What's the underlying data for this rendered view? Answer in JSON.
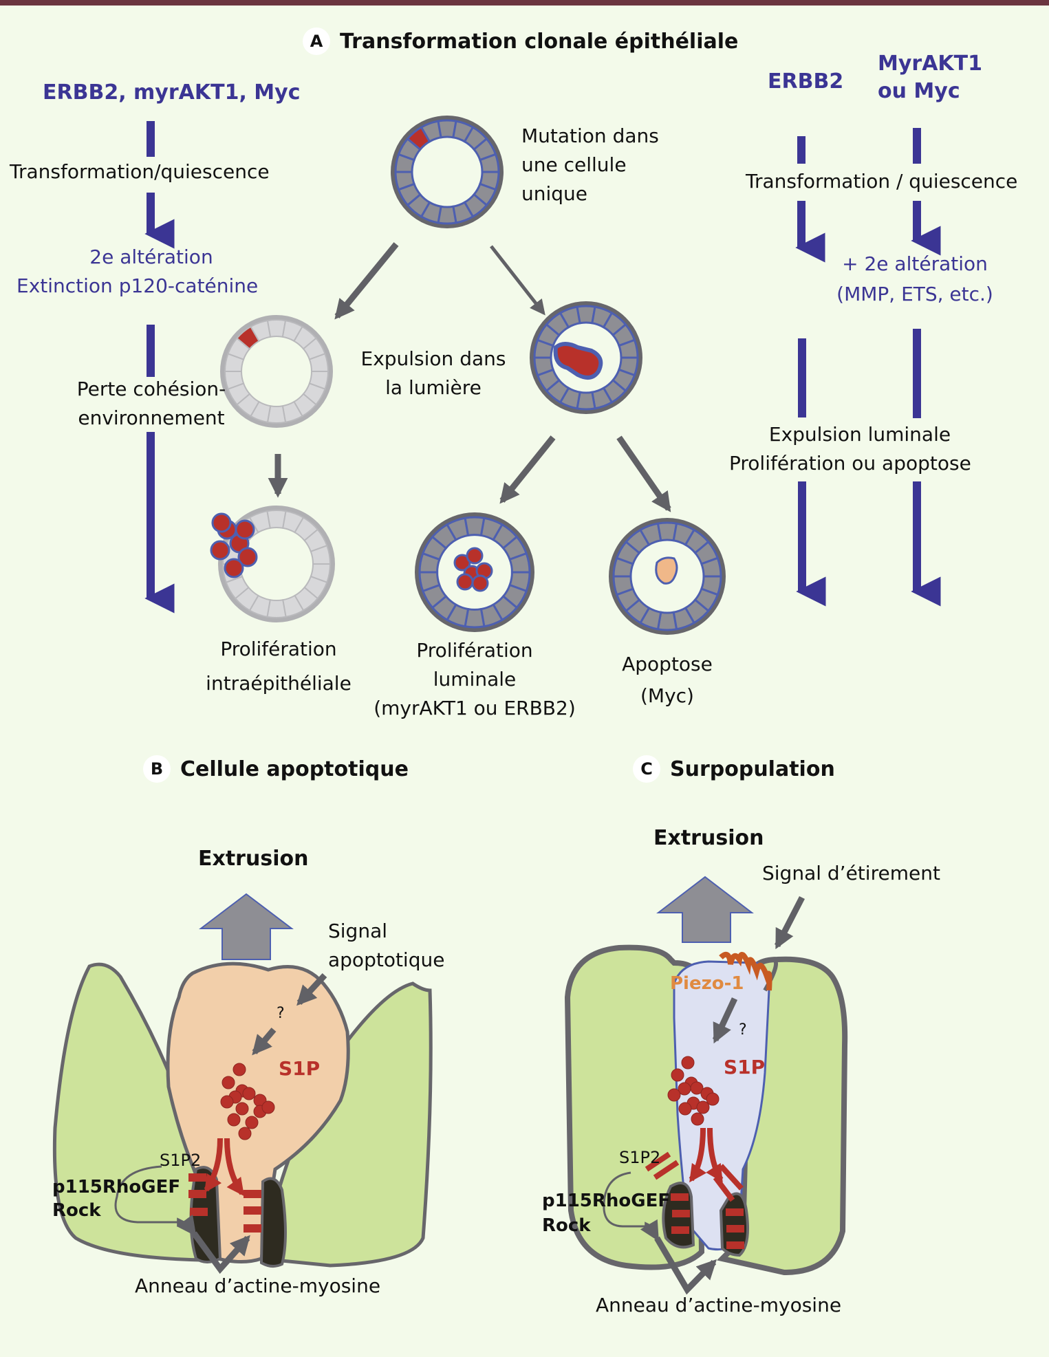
{
  "panel_a": {
    "badge": "A",
    "title": "Transformation clonale épithéliale",
    "left_column": {
      "genes": "ERBB2, myrAKT1, Myc",
      "step1": "Transformation/quiescence",
      "step2_line1": "2e altération",
      "step2_line2": "Extinction p120-caténine",
      "step3_line1": "Perte cohésion-",
      "step3_line2": "environnement"
    },
    "center": {
      "top_label_line1": "Mutation dans",
      "top_label_line2": "une cellule",
      "top_label_line3": "unique",
      "expulsion_line1": "Expulsion dans",
      "expulsion_line2": "la lumière",
      "outcome1_line1": "Prolifération",
      "outcome1_line2": "intraépithéliale",
      "outcome2_line1": "Prolifération",
      "outcome2_line2": "luminale",
      "outcome2_line3": "(myrAKT1 ou ERBB2)",
      "outcome3_line1": "Apoptose",
      "outcome3_line2": "(Myc)"
    },
    "right_column": {
      "gene_a": "ERBB2",
      "gene_b_line1": "MyrAKT1",
      "gene_b_line2": "ou Myc",
      "step1": "Transformation / quiescence",
      "step2_line1": "+ 2e altération",
      "step2_line2": "(MMP, ETS, etc.)",
      "step3_line1": "Expulsion luminale",
      "step3_line2": "Prolifération ou apoptose"
    }
  },
  "panel_b": {
    "badge": "B",
    "title": "Cellule apoptotique",
    "extrusion": "Extrusion",
    "signal_line1": "Signal",
    "signal_line2": "apoptotique",
    "question": "?",
    "s1p": "S1P",
    "s1p2": "S1P2",
    "kinase_line1": "p115RhoGEF",
    "kinase_line2": "Rock",
    "ring": "Anneau d’actine-myosine"
  },
  "panel_c": {
    "badge": "C",
    "title": "Surpopulation",
    "extrusion": "Extrusion",
    "signal": "Signal d’étirement",
    "piezo": "Piezo-1",
    "question": "?",
    "s1p": "S1P",
    "s1p2": "S1P2",
    "kinase_line1": "p115RhoGEF",
    "kinase_line2": "Rock",
    "ring": "Anneau d’actine-myosine"
  },
  "colors": {
    "top_bar": "#6b3540",
    "background": "#f3faea",
    "pathway_blue": "#3b3594",
    "cell_gray": "#8e8e94",
    "cell_light": "#d8d8da",
    "mutant_red": "#b8312a",
    "apoptotic_peach": "#f2cfaa",
    "neighbor_green": "#cde39b",
    "stretched_lavender": "#dde1f2",
    "piezo_orange": "#c85a22",
    "actomyosin_dark": "#2e2b20"
  }
}
